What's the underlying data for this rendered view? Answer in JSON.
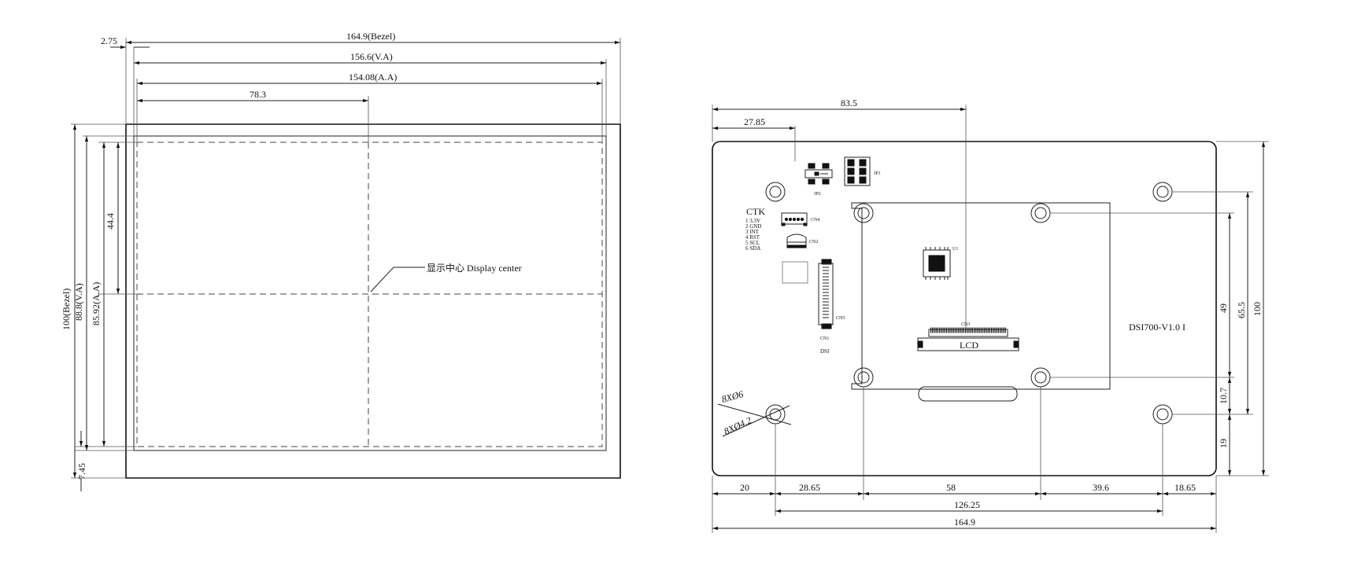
{
  "front_view": {
    "dims": {
      "offset": "2.75",
      "bezel_width": "164.9(Bezel)",
      "va_width": "156.6(V.A)",
      "aa_width": "154.08(A.A)",
      "half_width": "78.3",
      "half_height": "44.4",
      "bezel_height": "100(Bezel)",
      "va_height": "88.8(V.A)",
      "aa_height": "85.92(A.A)",
      "bottom_offset": "7.45"
    },
    "center_label": "显示中心 Display center"
  },
  "back_view": {
    "dims": {
      "connector_x": "83.5",
      "jp2_x": "27.85",
      "hole_h_1": "49",
      "hole_h_2": "65.5",
      "height": "100",
      "hole_gap": "10.7",
      "hole_bottom": "19",
      "b_20": "20",
      "b_28_65": "28.65",
      "b_58": "58",
      "b_39_6": "39.6",
      "b_18_65": "18.65",
      "b_126_25": "126.25",
      "b_164_9": "164.9"
    },
    "labels": {
      "jp1": "JP1",
      "jp2": "JP2",
      "ctk": "CTK",
      "ctk_pins": [
        "1 3.3V",
        "2 GND",
        "3 INT",
        "4 RST",
        "5 SCL",
        "6 SDA"
      ],
      "cn4": "CN4",
      "cn2": "CN2",
      "cn5": "CN5",
      "cn1": "CN1",
      "dsi": "DSI",
      "cn3": "CN3",
      "lcd": "LCD",
      "u1": "U1",
      "board_name": "DSI700-V1.0 I",
      "hole_big": "8XØ6",
      "hole_small": "8XØ4.2"
    }
  }
}
